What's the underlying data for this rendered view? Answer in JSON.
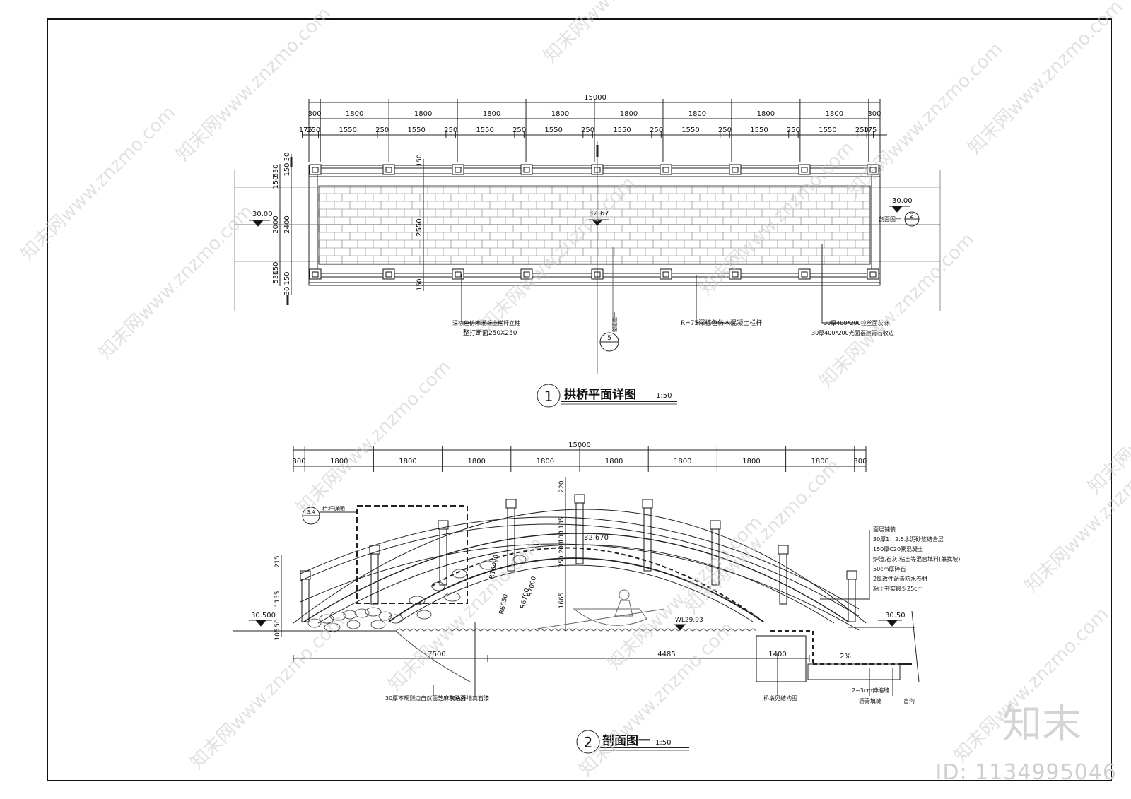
{
  "plan": {
    "total": "15000",
    "row1": [
      "300",
      "1800",
      "1800",
      "1800",
      "1800",
      "1800",
      "1800",
      "1800",
      "1800",
      "300"
    ],
    "row2": [
      "175",
      "250",
      "1550",
      "250",
      "1550",
      "250",
      "1550",
      "250",
      "1550",
      "250",
      "1550",
      "250",
      "1550",
      "250",
      "1550",
      "250",
      "1550",
      "250",
      "175"
    ],
    "left_dims": [
      "530",
      "150",
      "2000",
      "150",
      "530"
    ],
    "inner_dims": [
      "30",
      "150",
      "2400",
      "150",
      "30"
    ],
    "width_2550": "2550",
    "inner_150_top": "150",
    "inner_150_bottom": "150",
    "elev_left": "30.00",
    "elev_mid": "32.67",
    "elev_right": "30.00",
    "section_mark_label": "剖面图一",
    "section_mark_num": "2",
    "section_mark_5": "5",
    "section_mark_5_label": "剖面图一",
    "callout_post": "深棕色仿木混凝土栏杆立柱",
    "callout_post2": "整打断面250X250",
    "callout_rail": "R=75深棕色仿木混凝土栏杆",
    "callout_paving1": "30厚400*200拉丝面灰麻",
    "callout_paving2": "30厚400*200光面福建青石收边",
    "title_num": "1",
    "title": "拱桥平面详图",
    "scale": "1:50"
  },
  "section": {
    "total": "15000",
    "row1": [
      "300",
      "1800",
      "1800",
      "1800",
      "1800",
      "1800",
      "1800",
      "1800",
      "1800",
      "300"
    ],
    "dim_220": "220",
    "dim_1135": "1135",
    "dim_200": "200",
    "dim_100": "100",
    "dim_350": "350",
    "dim_1665": "1665",
    "dim_215": "215",
    "dim_1155": "1155",
    "dim_50": "50",
    "dim_105": "105",
    "r1": "R10490",
    "r2": "R7000",
    "r3": "R6700",
    "r4": "R6650",
    "elev_top": "32.670",
    "elev_left": "30.500",
    "elev_right": "30.50",
    "wl": "WL29.93",
    "detail_ref": "3.4",
    "detail_label": "栏杆详图",
    "layers": [
      "面层铺装",
      "30厚1：2.5水泥砂浆结合层",
      "150厚C20素混凝土",
      "炉渣,石灰,粘土等混合填料(兼找坡)",
      "50cm厚碎石",
      "2厚改性沥青防水卷材",
      "粘土夯实最少25cm"
    ],
    "bottom_dims": [
      "7500",
      "4485",
      "1400"
    ],
    "slope": "2%",
    "note_left": "30厚不规则边自然面芝麻灰贴面",
    "note_mid": "灰色外墙真石漆",
    "note_abut": "桥墩见结构图",
    "note_joint1": "2~3cm伸缩缝",
    "note_joint2": "沥青填缝",
    "note_drain": "盲沟",
    "title_num": "2",
    "title": "剖面图一",
    "scale": "1:50"
  },
  "watermark": {
    "site": "www.znzmo.com",
    "brand_cn": "知末网",
    "brand_big": "知末",
    "id": "ID: 1134995046"
  }
}
